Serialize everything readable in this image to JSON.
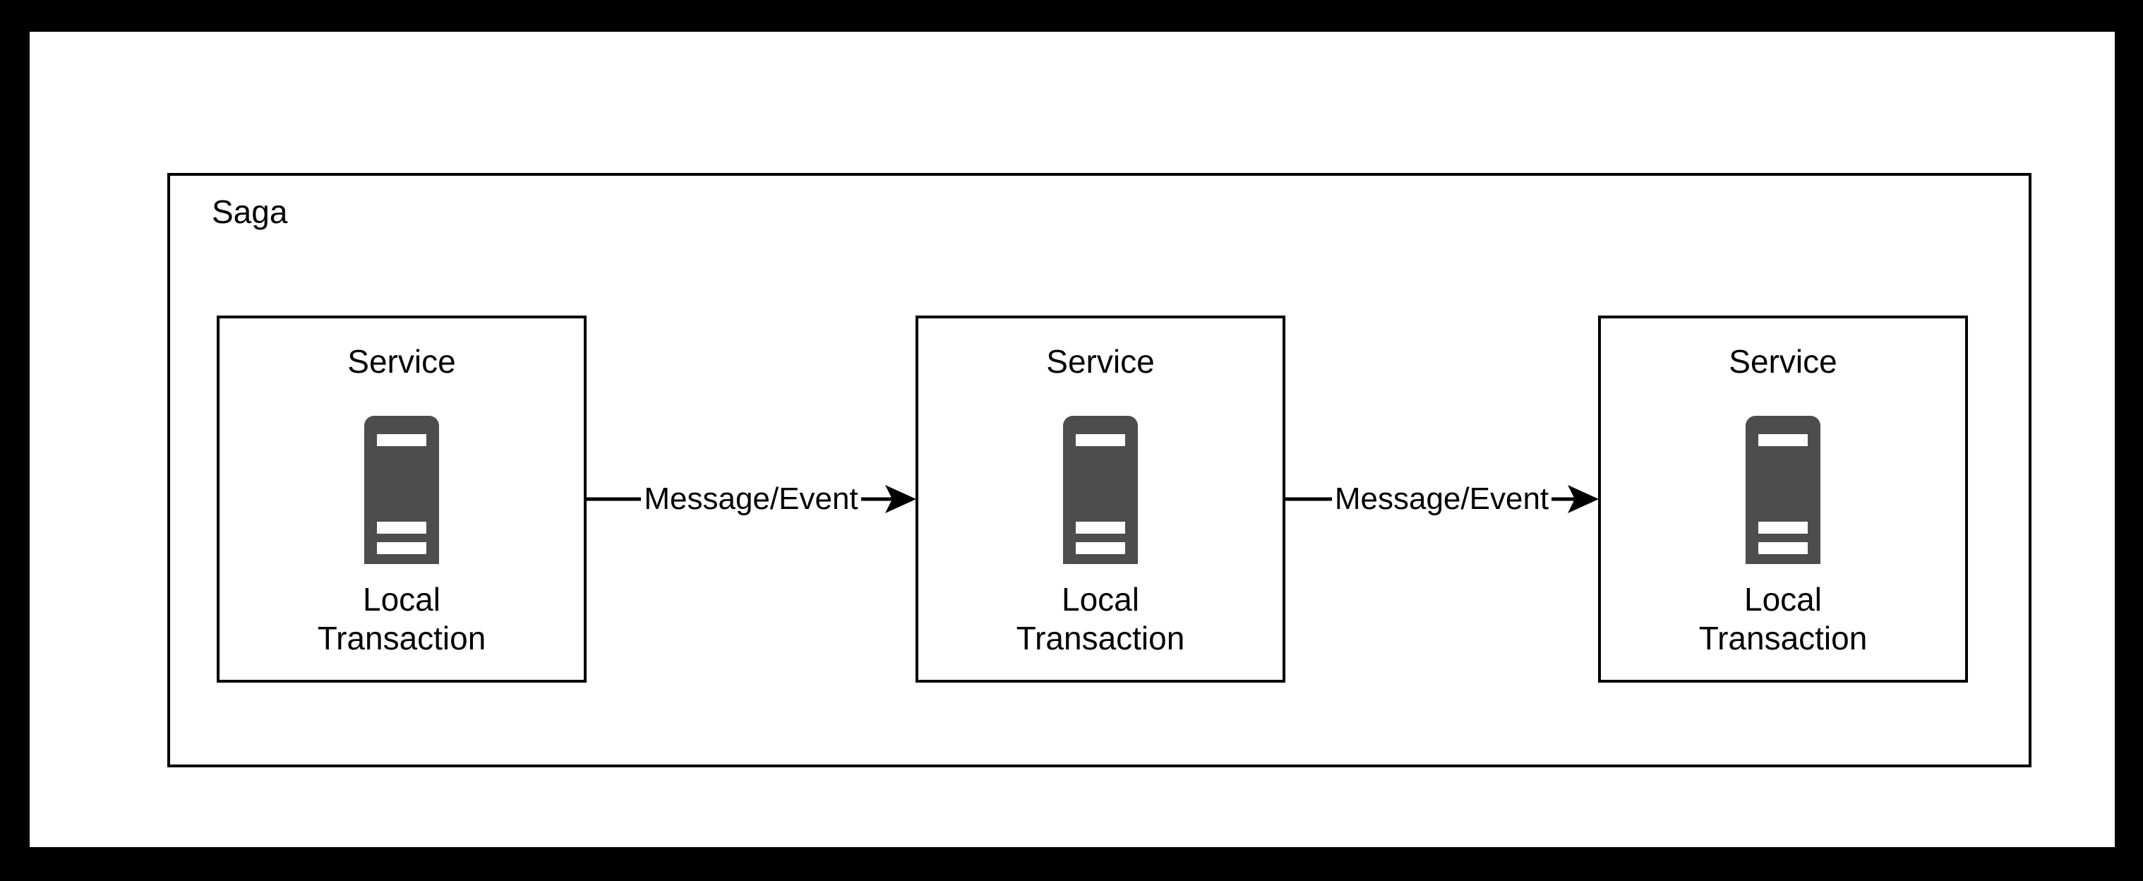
{
  "diagram": {
    "container": {
      "label": "Saga"
    },
    "services": [
      {
        "title": "Service",
        "icon": "server-icon",
        "subtitle_line1": "Local",
        "subtitle_line2": "Transaction"
      },
      {
        "title": "Service",
        "icon": "server-icon",
        "subtitle_line1": "Local",
        "subtitle_line2": "Transaction"
      },
      {
        "title": "Service",
        "icon": "server-icon",
        "subtitle_line1": "Local",
        "subtitle_line2": "Transaction"
      }
    ],
    "connectors": [
      {
        "label": "Message/Event"
      },
      {
        "label": "Message/Event"
      }
    ],
    "colors": {
      "frame": "#000000",
      "canvas": "#ffffff",
      "stroke": "#000000",
      "server_fill": "#4d4d4d",
      "server_bar": "#ffffff"
    }
  }
}
